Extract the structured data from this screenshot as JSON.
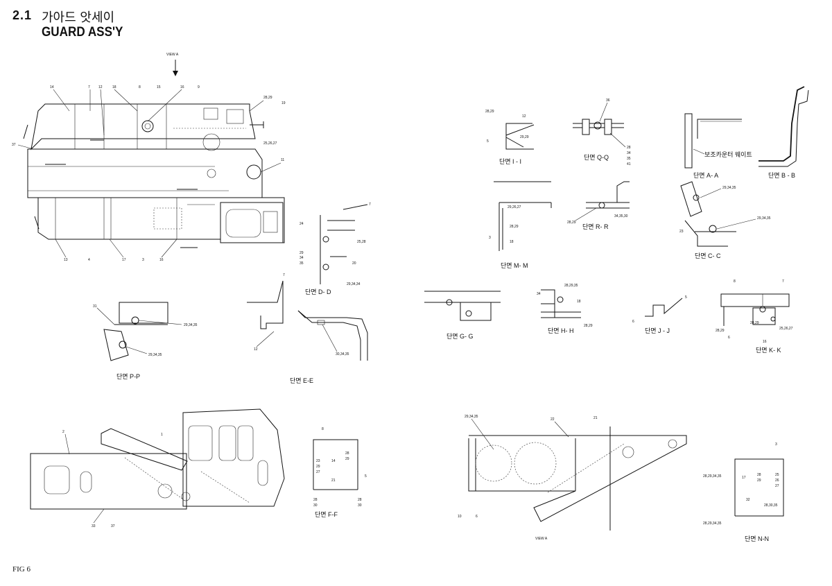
{
  "header": {
    "section_number": "2.1",
    "title_korean": "가아드 앗세이",
    "title_english": "GUARD ASS'Y"
  },
  "figure_label": "FIG 6",
  "views": {
    "view_a_top": "VIEW A",
    "view_a_bottom": "VIEW A"
  },
  "sections": {
    "i_i": "단면 I - I",
    "q_q": "단면 Q-Q",
    "a_a": "단면 A- A",
    "b_b": "단면 B - B",
    "m_m": "단면 M- M",
    "r_r": "단면 R- R",
    "c_c": "단면 C- C",
    "d_d": "단면 D- D",
    "g_g": "단면 G- G",
    "h_h": "단면 H- H",
    "j_j": "단면 J - J",
    "k_k": "단면 K- K",
    "p_p": "단면 P-P",
    "e_e": "단면 E-E",
    "f_f": "단면 F-F",
    "n_n": "단면 N-N"
  },
  "labels": {
    "counterweight": "보조카운터 웨이트"
  },
  "callouts": {
    "main_top": [
      "14",
      "7",
      "12",
      "18",
      "8",
      "15",
      "16",
      "9",
      "28,29",
      "19",
      "25,26,27",
      "11",
      "37"
    ],
    "main_bottom": [
      "13",
      "4",
      "17",
      "3",
      "16"
    ],
    "d_d": [
      "7",
      "24",
      "25,28",
      "29",
      "34",
      "35",
      "20",
      "29,34,34"
    ],
    "p_p": [
      "31",
      "29,34,35",
      "29,34,35"
    ],
    "e_e": [
      "7",
      "12",
      "30,34,35"
    ],
    "i_i": [
      "28,29",
      "12",
      "5",
      "29,29"
    ],
    "q_q": [
      "36",
      "28",
      "34",
      "35",
      "41"
    ],
    "m_m": [
      "29,26,27",
      "28,29",
      "3",
      "18"
    ],
    "r_r": [
      "28,29",
      "34,35,30"
    ],
    "c_c": [
      "29,34,35",
      "29,34,35",
      "23"
    ],
    "h_h": [
      "34",
      "28,29,35",
      "18",
      "28,29"
    ],
    "j_j": [
      "5",
      "6"
    ],
    "k_k": [
      "8",
      "7",
      "28,29",
      "28,29",
      "25,26,27",
      "6",
      "16"
    ],
    "side_left": [
      "2",
      "1",
      "33",
      "37"
    ],
    "f_f": [
      "8",
      "23",
      "29",
      "27",
      "14",
      "28",
      "29",
      "21",
      "5",
      "28",
      "30",
      "28",
      "30"
    ],
    "side_right": [
      "29,34,35",
      "22",
      "21",
      "10",
      "6"
    ],
    "n_n": [
      "3",
      "28,29,34,35",
      "17",
      "28",
      "29",
      "25",
      "26",
      "27",
      "32",
      "28,30,35",
      "28,29,34,35"
    ]
  }
}
